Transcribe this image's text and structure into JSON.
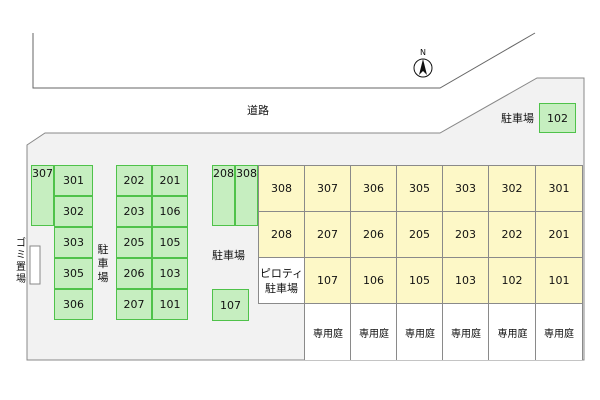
{
  "road_label": "道路",
  "north_label": "N",
  "labels": {
    "parking_top_right": "駐車場",
    "parking_center": "駐車場",
    "parking_vertical": "駐車場",
    "garbage": "ゴミ置場",
    "piloti_line1": "ピロティ",
    "piloti_line2": "駐車場"
  },
  "parking_spaces": {
    "top_right": "102",
    "far_left": "307",
    "col_a": [
      "301",
      "302",
      "303",
      "305",
      "306"
    ],
    "col_b": [
      "202",
      "203",
      "205",
      "206",
      "207"
    ],
    "col_c": [
      "201",
      "106",
      "105",
      "103",
      "101"
    ],
    "col_d_top": [
      "208",
      "308"
    ],
    "col_d_bottom": "107"
  },
  "building": {
    "row3": [
      "308",
      "307",
      "306",
      "305",
      "303",
      "302",
      "301"
    ],
    "row2": [
      "208",
      "207",
      "206",
      "205",
      "203",
      "202",
      "201"
    ],
    "row1": [
      "107",
      "106",
      "105",
      "103",
      "102",
      "101"
    ]
  },
  "private_garden_label": "専用庭",
  "colors": {
    "parking_fill": "#c6eec0",
    "parking_border": "#4fc24a",
    "building_fill": "#fdf8c7",
    "lot_fill": "#f2f2f2"
  }
}
